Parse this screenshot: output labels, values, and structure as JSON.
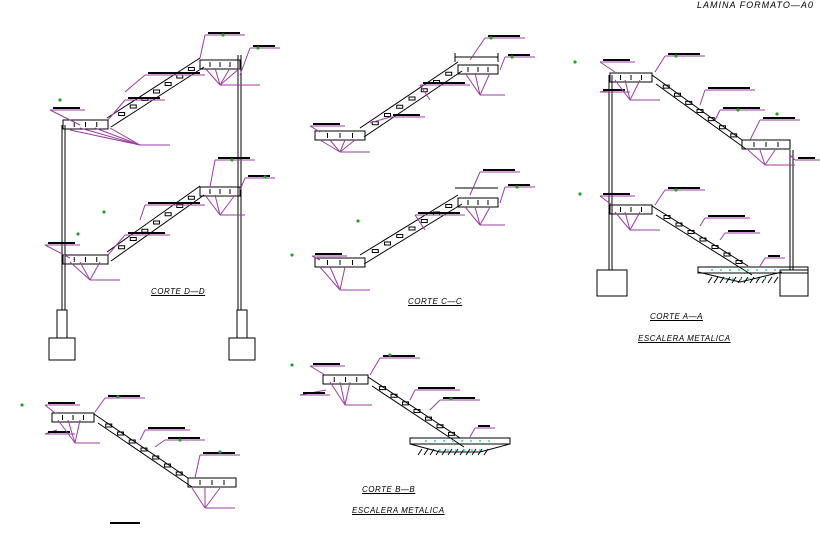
{
  "sheet": {
    "title": "LAMINA FORMATO—A0",
    "colors": {
      "line": "#000000",
      "leader": "#9a3fa0",
      "accent_green": "#2aa02a",
      "rebar_dot": "#2fd3e0"
    }
  },
  "sections": [
    {
      "id": "d-d",
      "title": "CORTE D—D",
      "subtitle": ""
    },
    {
      "id": "c-c",
      "title": "CORTE C—C",
      "subtitle": ""
    },
    {
      "id": "a-a",
      "title": "CORTE A—A",
      "subtitle": "ESCALERA METALICA"
    },
    {
      "id": "e-e",
      "title": "",
      "subtitle": ""
    },
    {
      "id": "b-b",
      "title": "CORTE B—B",
      "subtitle": "ESCALERA METALICA"
    }
  ],
  "annotations": {
    "note_generic": "annotation (illegible)"
  }
}
